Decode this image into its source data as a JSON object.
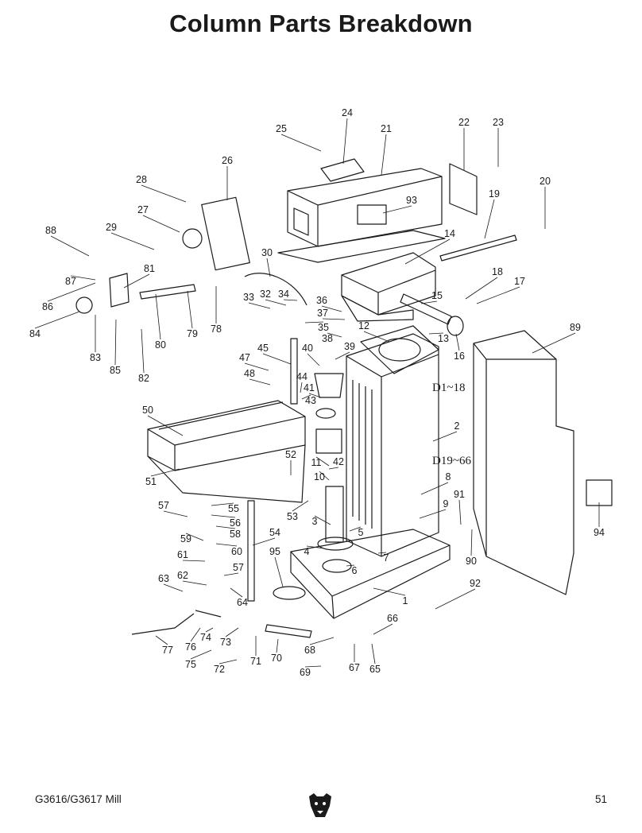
{
  "page": {
    "title": "Column Parts Breakdown",
    "footer_model": "G3616/G3617 Mill",
    "page_number": "51",
    "logo_icon": "grizzly-bear-logo"
  },
  "diagram": {
    "group_labels": [
      "D1~18",
      "D19~66"
    ],
    "part_numbers": [
      "1",
      "2",
      "3",
      "4",
      "5",
      "6",
      "7",
      "8",
      "9",
      "10",
      "11",
      "12",
      "13",
      "14",
      "15",
      "16",
      "17",
      "18",
      "19",
      "20",
      "21",
      "22",
      "23",
      "24",
      "25",
      "26",
      "27",
      "28",
      "29",
      "30",
      "32",
      "33",
      "34",
      "35",
      "36",
      "37",
      "38",
      "39",
      "40",
      "41",
      "42",
      "43",
      "44",
      "45",
      "47",
      "48",
      "50",
      "51",
      "52",
      "53",
      "54",
      "55",
      "56",
      "57",
      "57",
      "58",
      "59",
      "60",
      "61",
      "62",
      "63",
      "64",
      "65",
      "66",
      "67",
      "68",
      "69",
      "70",
      "71",
      "72",
      "73",
      "74",
      "75",
      "76",
      "77",
      "78",
      "79",
      "80",
      "81",
      "82",
      "83",
      "84",
      "85",
      "86",
      "87",
      "88",
      "89",
      "90",
      "91",
      "92",
      "93",
      "94",
      "95"
    ]
  }
}
